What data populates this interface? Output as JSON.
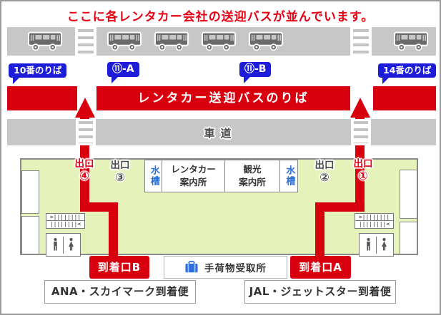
{
  "title": "ここに各レンタカー会社の送迎バスが並んでいます。",
  "bus_area": {
    "stop_labels": [
      {
        "label": "10番のりば"
      },
      {
        "label": "⑪-A"
      },
      {
        "label": "⑪-B"
      },
      {
        "label": "14番のりば"
      }
    ],
    "platform_banner": "レンタカー送迎バスのりば"
  },
  "road": {
    "label": "車道"
  },
  "terminal": {
    "exits": [
      {
        "label": "出口",
        "number": "④"
      },
      {
        "label": "出口",
        "number": "③"
      },
      {
        "label": "出口",
        "number": "②"
      },
      {
        "label": "出口",
        "number": "①"
      }
    ],
    "facilities": {
      "aquarium_left": "水槽",
      "rental_info_line1": "レンタカー",
      "rental_info_line2": "案内所",
      "tourist_info_line1": "観光",
      "tourist_info_line2": "案内所",
      "aquarium_right": "水槽"
    },
    "escalator": {
      "row1": ">||||||||",
      "row2": "||||||||<"
    }
  },
  "arrivals": {
    "gate_b": "到着口B",
    "baggage_claim": "手荷物受取所",
    "gate_a": "到着口A",
    "ana_label": "ANA・スカイマーク到着便",
    "jal_label": "JAL・ジェットスター到着便"
  },
  "colors": {
    "red": "#d8000f",
    "text_red": "#e50012",
    "label_blue": "#1d1dd9",
    "band_gray": "#c7c7c7",
    "terminal_green": "#e5f3bb",
    "aqua_text_blue": "#2b6fd4",
    "suitcase_blue": "#2f6fe0",
    "bus_gray": "#6a6a6a"
  }
}
